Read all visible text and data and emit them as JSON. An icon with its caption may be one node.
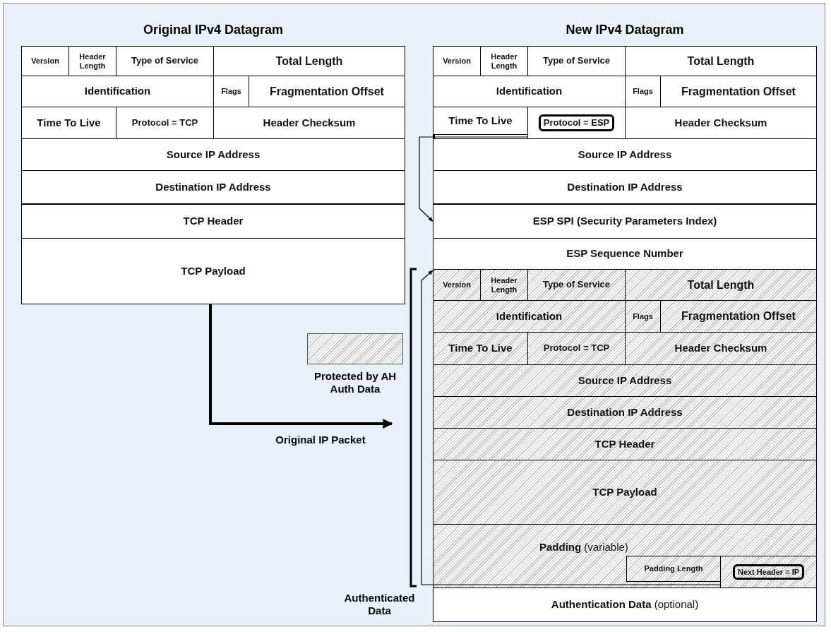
{
  "diagram": {
    "nodes": [
      {
        "text": [
          "Original IPv4 Datagram"
        ]
      },
      {
        "text": [
          "Version"
        ],
        "in": 0
      },
      {
        "text": [
          "Header Length"
        ],
        "in": 0
      },
      {
        "text": [
          "Type of Service"
        ],
        "in": 0
      },
      {
        "text": [
          "Total Length"
        ],
        "in": 0
      },
      {
        "text": [
          "Identification"
        ],
        "in": 0
      },
      {
        "text": [
          "Flags"
        ],
        "in": 0
      },
      {
        "text": [
          "Fragmentation Offset"
        ],
        "in": 0
      },
      {
        "text": [
          "Time To Live"
        ],
        "in": 0
      },
      {
        "text": [
          "Protocol = TCP"
        ],
        "in": 0
      },
      {
        "text": [
          "Header Checksum"
        ],
        "in": 0
      },
      {
        "text": [
          "Source IP Address"
        ],
        "in": 0
      },
      {
        "text": [
          "Destination IP Address"
        ],
        "in": 0
      },
      {
        "text": [
          "TCP Header"
        ],
        "in": 0
      },
      {
        "text": [
          "TCP Payload"
        ],
        "in": 0
      },
      {
        "text": [
          "New IPv4 Datagram"
        ]
      },
      {
        "text": [
          "Version"
        ],
        "in": 15
      },
      {
        "text": [
          "Header Length"
        ],
        "in": 15
      },
      {
        "text": [
          "Type of Service"
        ],
        "in": 15
      },
      {
        "text": [
          "Total Length"
        ],
        "in": 15
      },
      {
        "text": [
          "Identification"
        ],
        "in": 15
      },
      {
        "text": [
          "Flags"
        ],
        "in": 15
      },
      {
        "text": [
          "Fragmentation Offset"
        ],
        "in": 15
      },
      {
        "text": [
          "Time To Live"
        ],
        "in": 15
      },
      {
        "text": [
          "Protocol = ESP"
        ],
        "in": 15
      },
      {
        "text": [
          "Header Checksum"
        ],
        "in": 15
      },
      {
        "text": [
          "Source IP Address"
        ],
        "in": 15
      },
      {
        "text": [
          "Destination IP Address"
        ],
        "in": 15
      },
      {
        "text": [
          "ESP SPI (Security Parameters Index)"
        ],
        "in": 15
      },
      {
        "text": [
          "ESP Sequence Number"
        ],
        "in": 15
      },
      {
        "text": [
          "Version"
        ],
        "in": 15
      },
      {
        "text": [
          "Header Length"
        ],
        "in": 15
      },
      {
        "text": [
          "Type of Service"
        ],
        "in": 15
      },
      {
        "text": [
          "Total Length"
        ],
        "in": 15
      },
      {
        "text": [
          "Identification"
        ],
        "in": 15
      },
      {
        "text": [
          "Flags"
        ],
        "in": 15
      },
      {
        "text": [
          "Fragmentation Offset"
        ],
        "in": 15
      },
      {
        "text": [
          "Time To Live"
        ],
        "in": 15
      },
      {
        "text": [
          "Protocol = TCP"
        ],
        "in": 15
      },
      {
        "text": [
          "Header Checksum"
        ],
        "in": 15
      },
      {
        "text": [
          "Source IP Address"
        ],
        "in": 15
      },
      {
        "text": [
          "Destination IP Address"
        ],
        "in": 15
      },
      {
        "text": [
          "TCP Header"
        ],
        "in": 15
      },
      {
        "text": [
          "TCP Payload"
        ],
        "in": 15
      },
      {
        "text": [
          "**Padding** (variable)"
        ],
        "in": 15
      },
      {
        "text": [
          "Padding Length"
        ],
        "in": 44
      },
      {
        "text": [
          "Next Header = IP"
        ],
        "in": 44
      },
      {
        "text": [
          "**Authentication Data** (optional)"
        ],
        "in": 15
      }
    ],
    "edges": [
      {
        "from": 24,
        "to": 28,
        "arrow": "to"
      },
      {
        "from": 46,
        "to": 30,
        "arrow": "to"
      },
      {
        "from": 0,
        "to": null,
        "arrow": "to",
        "label": "Original IP Packet",
        "style": "thick"
      }
    ],
    "labels": [
      "Authenticated Data"
    ],
    "legend": [
      {
        "text": "Protected by AH Auth Data"
      }
    ]
  }
}
